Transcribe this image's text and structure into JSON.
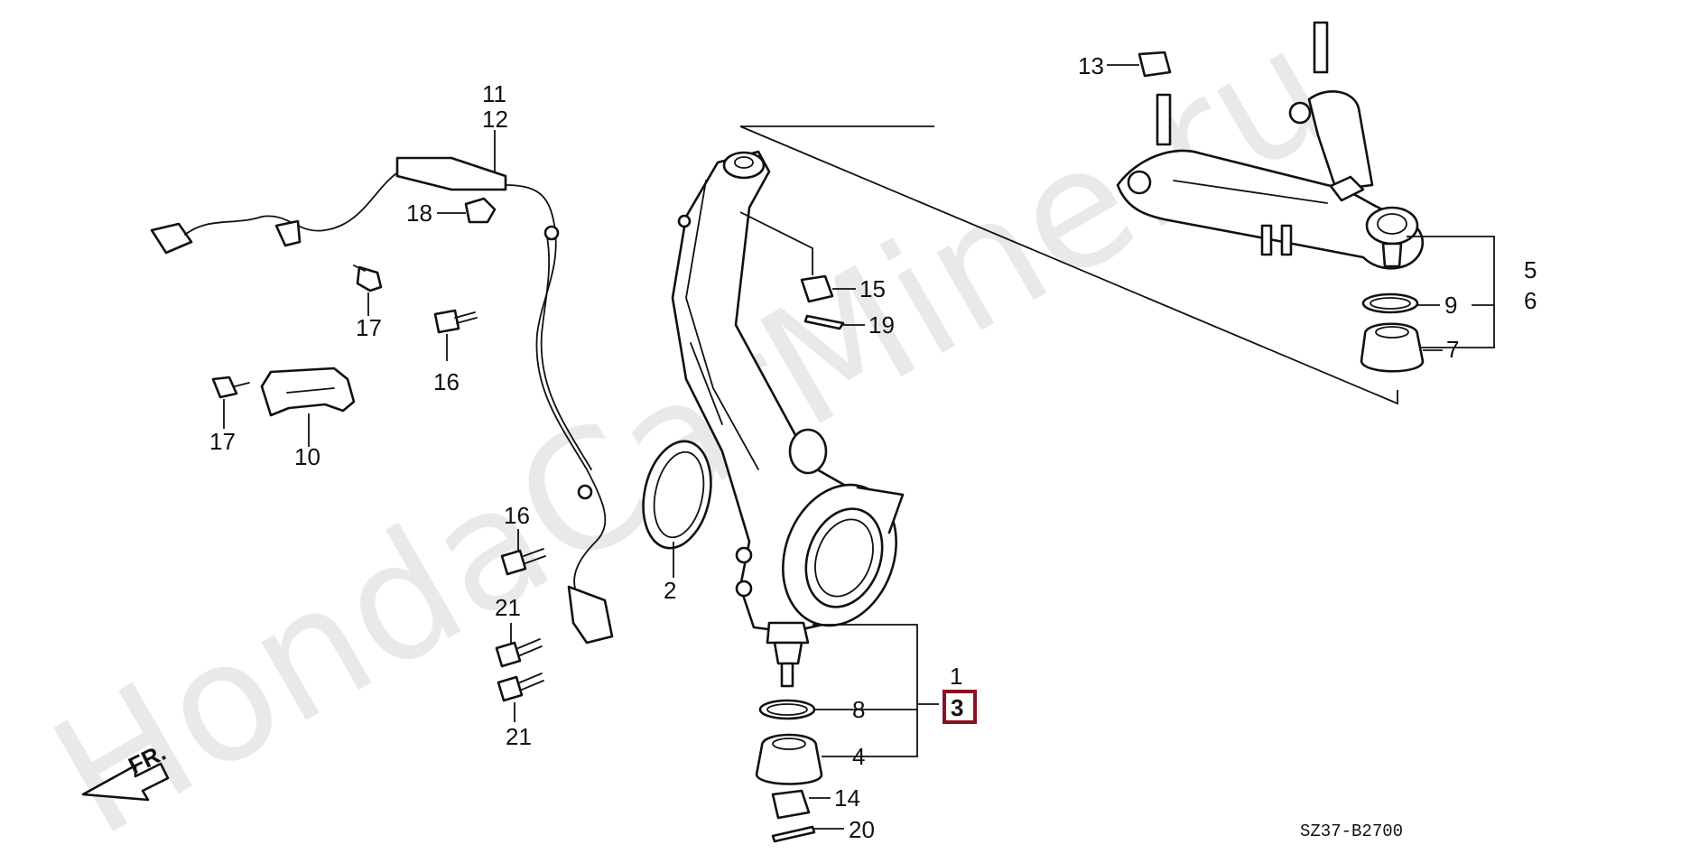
{
  "watermark": "HondaCarMine.ru",
  "diagram_code": "SZ37-B2700",
  "front_indicator": "FR.",
  "highlight_color": "#8a1024",
  "callouts": {
    "p1": "1",
    "p2": "2",
    "p3": "3",
    "p4": "4",
    "p5": "5",
    "p6": "6",
    "p7": "7",
    "p8": "8",
    "p9": "9",
    "p10": "10",
    "p11": "11",
    "p12": "12",
    "p13": "13",
    "p14": "14",
    "p15": "15",
    "p16a": "16",
    "p16b": "16",
    "p17a": "17",
    "p17b": "17",
    "p18": "18",
    "p19": "19",
    "p20": "20",
    "p21a": "21",
    "p21b": "21"
  },
  "selected_part": "3"
}
